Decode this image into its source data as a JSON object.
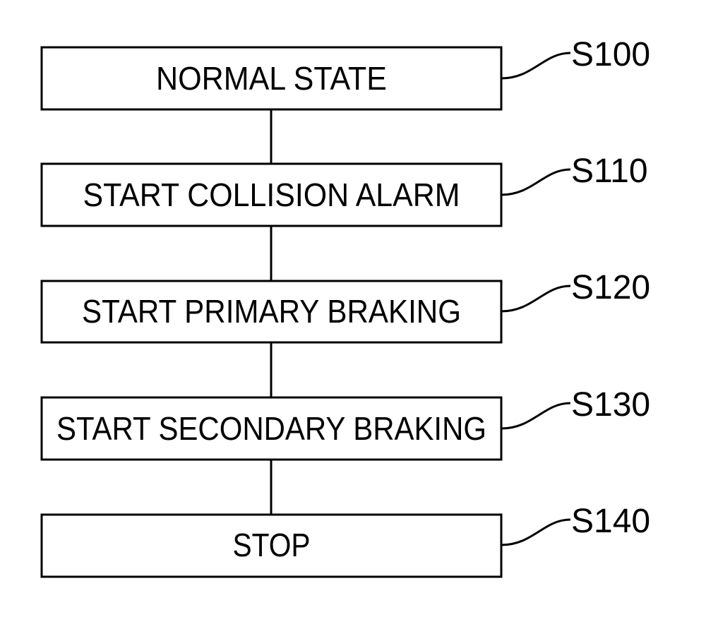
{
  "flowchart": {
    "steps": [
      {
        "id": "S100",
        "label": "NORMAL STATE"
      },
      {
        "id": "S110",
        "label": "START COLLISION ALARM"
      },
      {
        "id": "S120",
        "label": "START PRIMARY BRAKING"
      },
      {
        "id": "S130",
        "label": "START SECONDARY BRAKING"
      },
      {
        "id": "S140",
        "label": "STOP"
      }
    ]
  }
}
